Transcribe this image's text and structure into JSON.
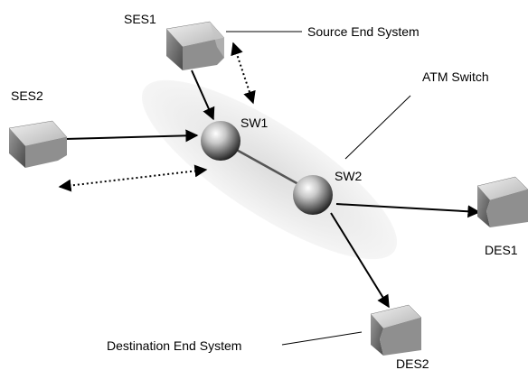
{
  "labels": {
    "ses1": "SES1",
    "ses2": "SES2",
    "sw1": "SW1",
    "sw2": "SW2",
    "des1": "DES1",
    "des2": "DES2",
    "source_end_system": "Source End System",
    "atm_switch": "ATM Switch",
    "destination_end_system": "Destination End System"
  },
  "colors": {
    "line": "#000000",
    "ellipse_fill": "#e6e6e6",
    "node_light": "#e8e8e8",
    "node_dark": "#7a7a7a",
    "sphere_dark": "#222222"
  }
}
